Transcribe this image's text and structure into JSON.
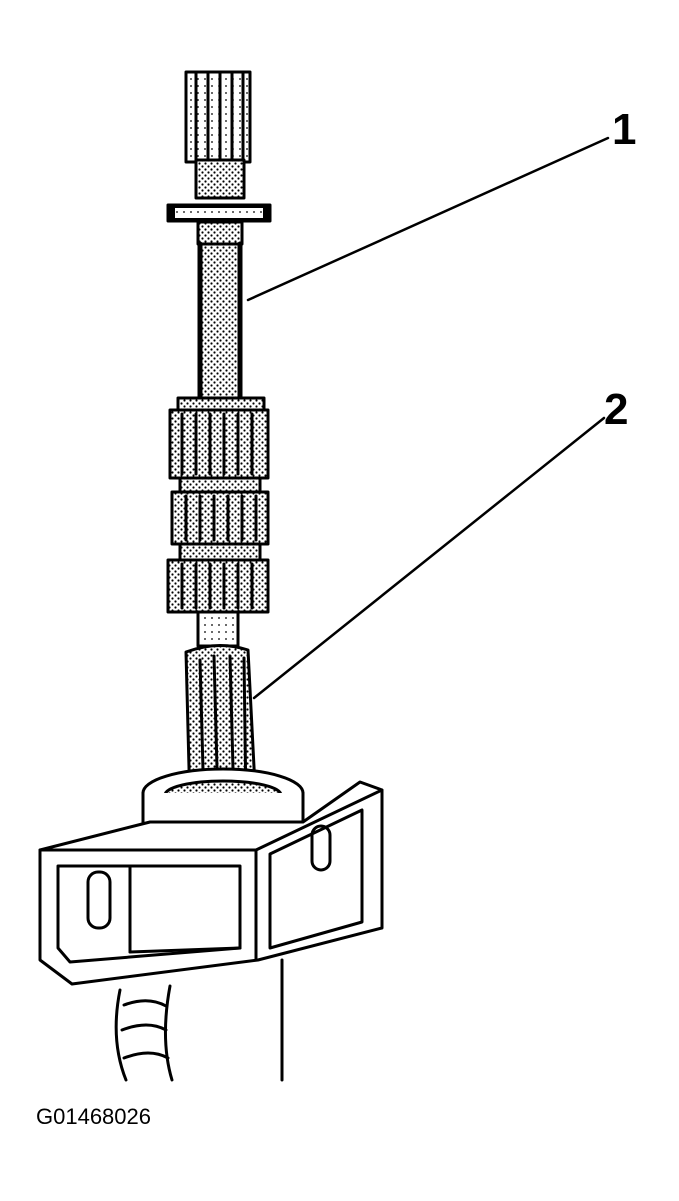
{
  "callouts": [
    {
      "number": "1"
    },
    {
      "number": "2"
    }
  ],
  "figure_id": "G01468026"
}
